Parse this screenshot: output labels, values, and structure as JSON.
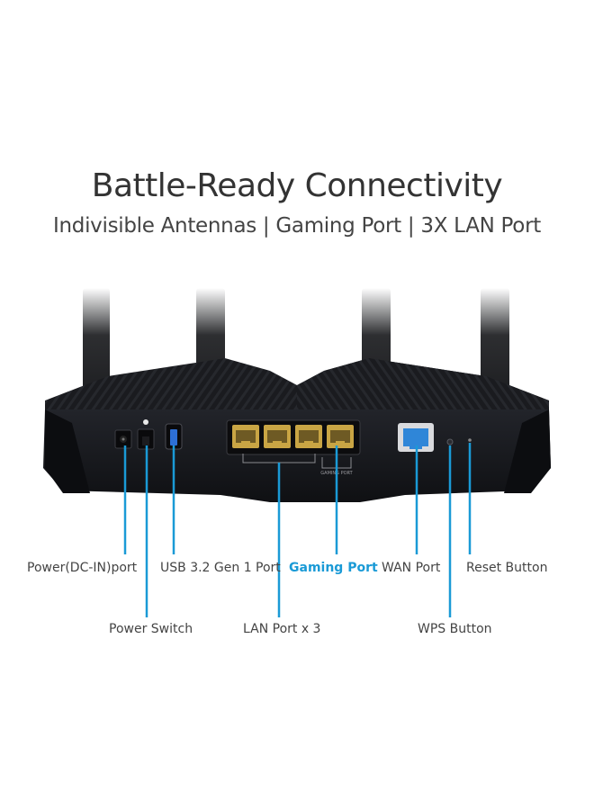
{
  "heading": {
    "title": "Battle-Ready Connectivity",
    "subtitle": "Indivisible Antennas | Gaming Port | 3X LAN Port"
  },
  "router": {
    "body_color": "#16171a",
    "lan_port_color": "#c9a544",
    "wan_port_color": "#2f86d8",
    "callout_color": "#1a9ad6",
    "engraved_label": "GAMING PORT"
  },
  "labels": {
    "power_dc_in": "Power(DC-IN)port",
    "usb": "USB 3.2 Gen 1 Port",
    "gaming_port": "Gaming Port",
    "wan_port": "WAN Port",
    "reset_button": "Reset Button",
    "power_switch": "Power Switch",
    "lan_port": "LAN Port x 3",
    "wps_button": "WPS Button"
  }
}
